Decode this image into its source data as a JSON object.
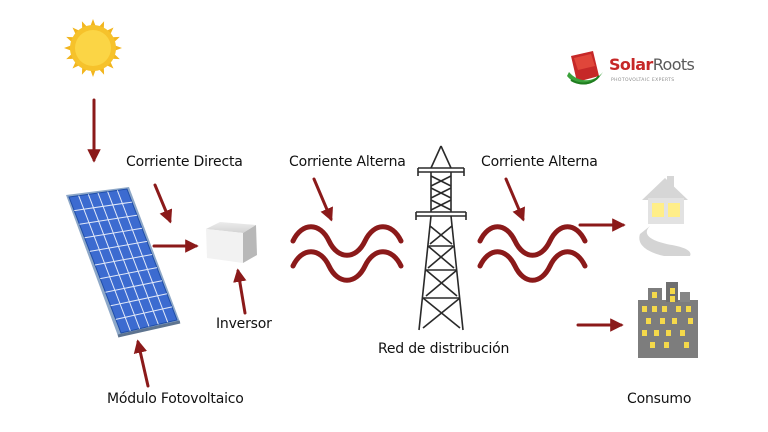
{
  "labels": {
    "direct_current": "Corriente Directa",
    "alternating_current_1": "Corriente Alterna",
    "alternating_current_2": "Corriente Alterna",
    "inverter": "Inversor",
    "distribution_grid": "Red de distribución",
    "pv_module": "Módulo Fotovoltaico",
    "consumption": "Consumo"
  },
  "logo": {
    "brand_part1": "Solar",
    "brand_part2": "Roots",
    "tagline": "PHOTOVOLTAIC EXPERTS"
  },
  "colors": {
    "arrow": "#8b1a1a",
    "wave": "#8b1a1a",
    "sun": "#f6c22b",
    "panel_cell": "#3c6bd0",
    "house_window": "#ffee88",
    "building": "#7d7d7d"
  }
}
